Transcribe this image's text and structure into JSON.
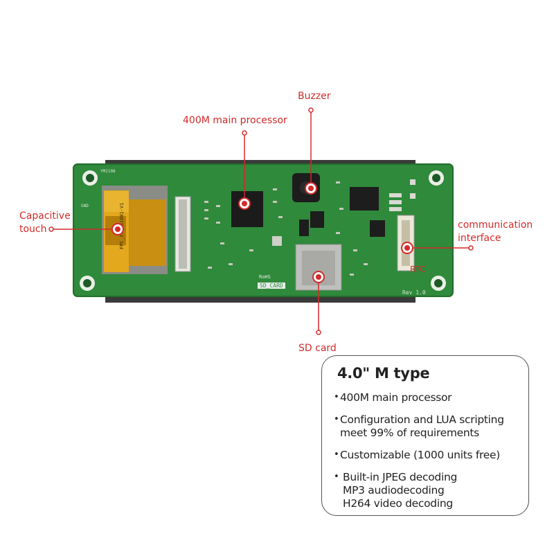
{
  "callouts": {
    "buzzer": "Buzzer",
    "processor": "400M main processor",
    "capacitive": [
      "Capacitive",
      "touch"
    ],
    "communication": [
      "communication",
      "interface"
    ],
    "sd_card": "SD card",
    "rtc": "RTC"
  },
  "board": {
    "fpc_text": "FPC_3.9981001-V1",
    "sd_text": "SD_CARD",
    "rohs_text": "RoHS",
    "rev_text": "Rev 1.0",
    "gnd_text": "GND",
    "corner_text": "YM2108"
  },
  "info": {
    "title": "4.0\" M type",
    "bullets": [
      [
        "400M main processor"
      ],
      [
        "Configuration and LUA scripting",
        "meet 99% of requirements"
      ],
      [
        "Customizable (1000 units free)"
      ],
      [
        "Built-in JPEG decoding",
        "MP3 audiodecoding",
        "H264 video decoding"
      ]
    ]
  },
  "colors": {
    "accent": "#d42a2a",
    "pcb": "#2f8a3b",
    "pcb_dark": "#237030",
    "fpc": "#e3a81e"
  }
}
